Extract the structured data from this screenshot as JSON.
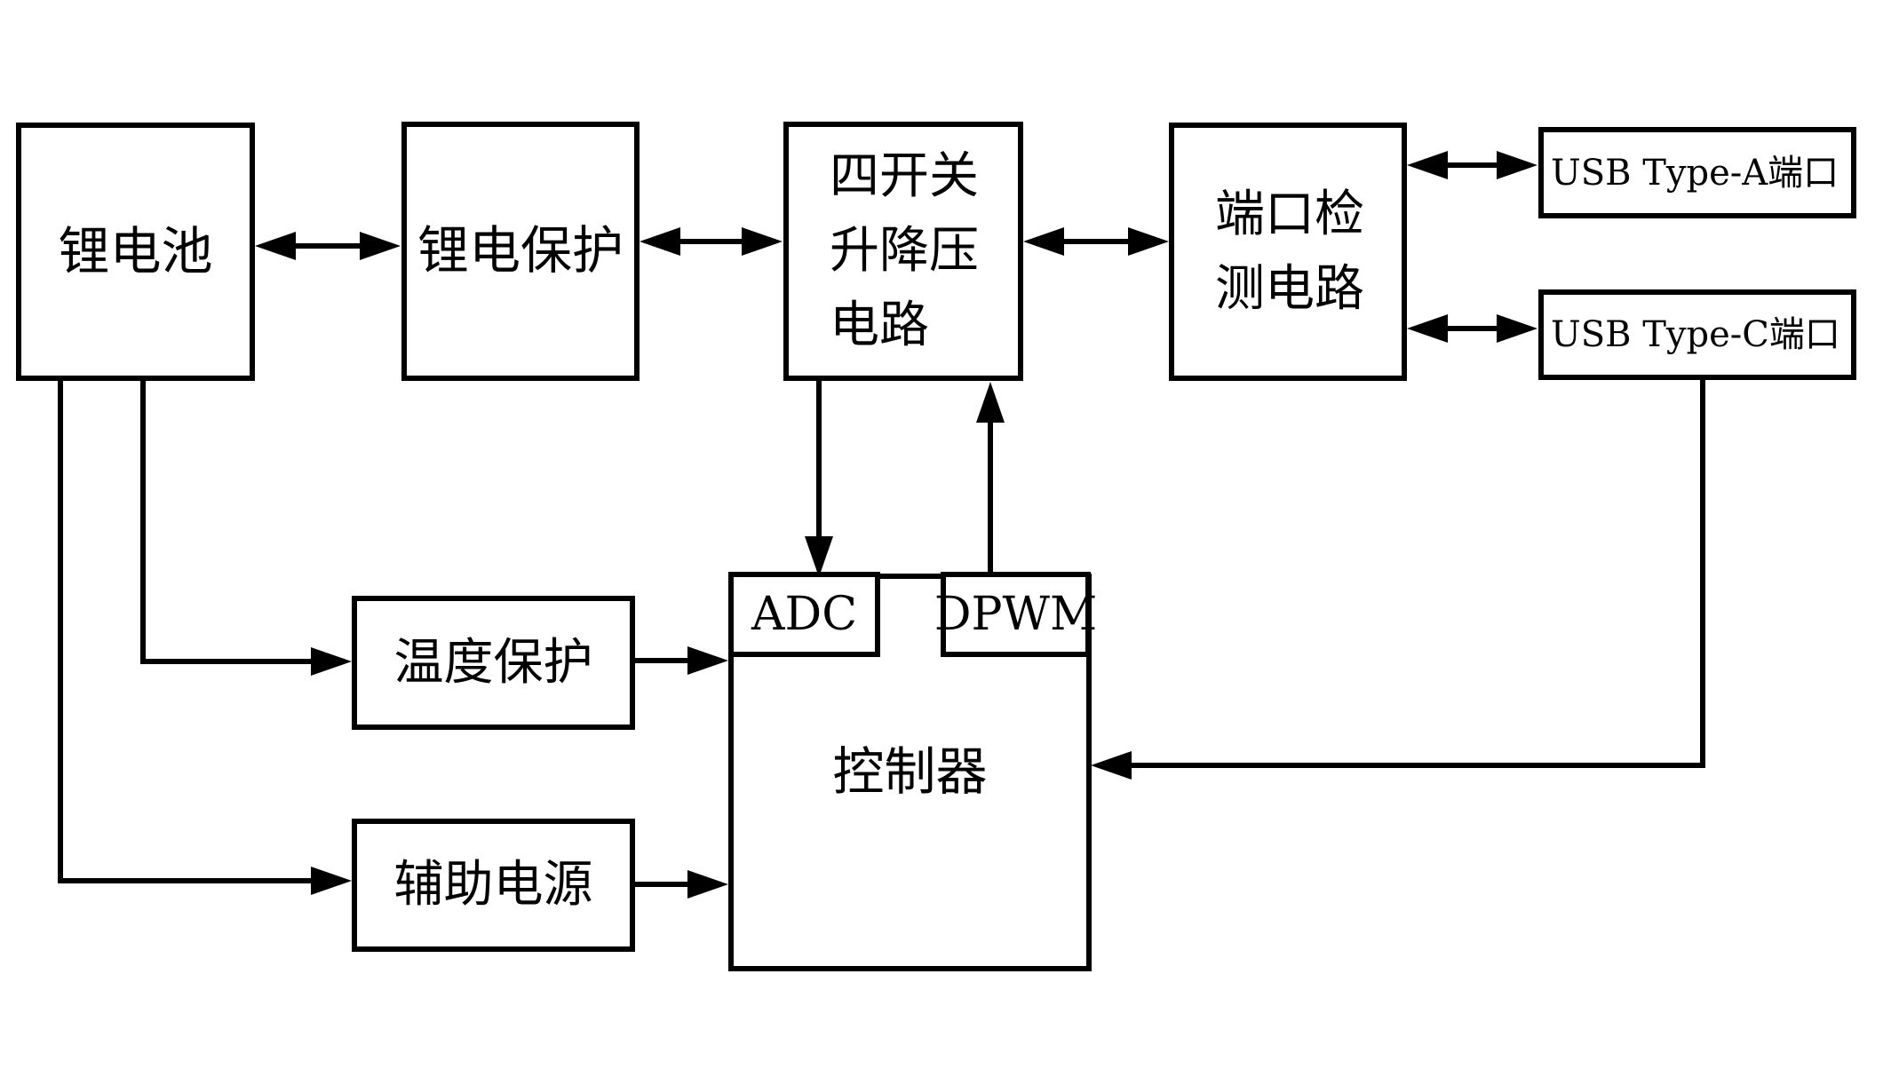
{
  "diagram": {
    "description": "Block diagram of a lithium-battery power bank with four-switch buck-boost converter",
    "colors": {
      "line": "#000000",
      "background": "#ffffff"
    },
    "blocks": {
      "battery": {
        "label": "锂电池"
      },
      "battery_protection": {
        "label": "锂电保护"
      },
      "buck_boost": {
        "label_lines": [
          "四开关",
          "升降压",
          "电路"
        ]
      },
      "port_detection": {
        "label_lines": [
          "端口检",
          "测电路"
        ]
      },
      "usb_a": {
        "label": "USB Type-A端口"
      },
      "usb_c": {
        "label": "USB Type-C端口"
      },
      "temp_protection": {
        "label": "温度保护"
      },
      "aux_power": {
        "label": "辅助电源"
      },
      "controller": {
        "label": "控制器"
      },
      "adc": {
        "label": "ADC"
      },
      "dpwm": {
        "label": "DPWM"
      }
    },
    "connections": [
      {
        "from": "battery",
        "to": "battery_protection",
        "type": "bidirectional"
      },
      {
        "from": "battery_protection",
        "to": "buck_boost",
        "type": "bidirectional"
      },
      {
        "from": "buck_boost",
        "to": "port_detection",
        "type": "bidirectional"
      },
      {
        "from": "port_detection",
        "to": "usb_a",
        "type": "bidirectional"
      },
      {
        "from": "port_detection",
        "to": "usb_c",
        "type": "bidirectional"
      },
      {
        "from": "buck_boost",
        "to": "adc",
        "type": "directed"
      },
      {
        "from": "dpwm",
        "to": "buck_boost",
        "type": "directed"
      },
      {
        "from": "battery",
        "to": "temp_protection",
        "type": "directed"
      },
      {
        "from": "battery",
        "to": "aux_power",
        "type": "directed"
      },
      {
        "from": "temp_protection",
        "to": "controller",
        "type": "directed"
      },
      {
        "from": "aux_power",
        "to": "controller",
        "type": "directed"
      },
      {
        "from": "usb_c",
        "to": "controller",
        "type": "directed"
      }
    ]
  }
}
